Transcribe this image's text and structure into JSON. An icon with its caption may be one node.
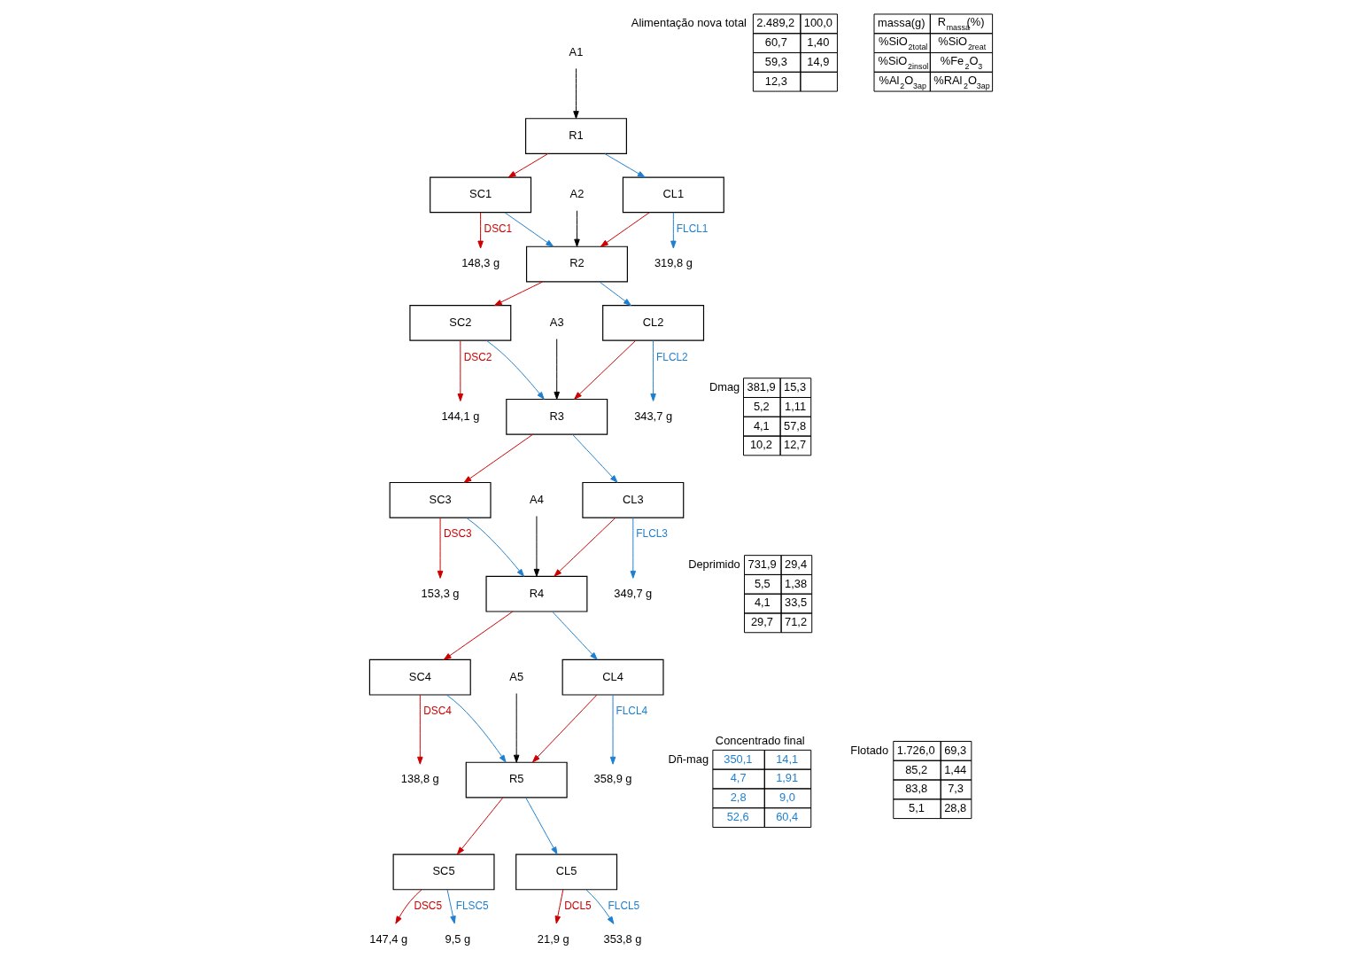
{
  "diagram": {
    "nodes": [
      {
        "text": [
          "A1"
        ]
      },
      {
        "text": [
          "R1"
        ]
      },
      {
        "text": [
          "SC1"
        ]
      },
      {
        "text": [
          "148,3 g"
        ]
      },
      {
        "text": [
          "CL1"
        ]
      },
      {
        "text": [
          "A2"
        ]
      },
      {
        "text": [
          "319,8 g"
        ]
      },
      {
        "text": [
          "R2"
        ]
      },
      {
        "text": [
          "SC2"
        ]
      },
      {
        "text": [
          "144,1 g"
        ]
      },
      {
        "text": [
          "CL2"
        ]
      },
      {
        "text": [
          "A3"
        ]
      },
      {
        "text": [
          "343,7 g"
        ]
      },
      {
        "text": [
          "R3"
        ]
      },
      {
        "text": [
          "SC3"
        ]
      },
      {
        "text": [
          "153,3 g"
        ]
      },
      {
        "text": [
          "CL3"
        ]
      },
      {
        "text": [
          "A4"
        ]
      },
      {
        "text": [
          "349,7 g"
        ]
      },
      {
        "text": [
          "R4"
        ]
      },
      {
        "text": [
          "SC4"
        ]
      },
      {
        "text": [
          "138,8 g"
        ]
      },
      {
        "text": [
          "CL4"
        ]
      },
      {
        "text": [
          "A5"
        ]
      },
      {
        "text": [
          "358,9 g"
        ]
      },
      {
        "text": [
          "R5"
        ]
      },
      {
        "text": [
          "SC5"
        ]
      },
      {
        "text": [
          "147,4 g"
        ]
      },
      {
        "text": [
          "CL5"
        ]
      },
      {
        "text": [
          "9,5 g"
        ]
      },
      {
        "text": [
          "21,9 g"
        ]
      },
      {
        "text": [
          "353,8 g"
        ]
      }
    ],
    "edges": [
      {
        "from": 0,
        "to": 1,
        "arrow": "to",
        "color": "#000000"
      },
      {
        "from": 1,
        "to": 2,
        "arrow": "to",
        "color": "#cc0000"
      },
      {
        "from": 1,
        "to": 4,
        "arrow": "to",
        "color": "#1f7fcf"
      },
      {
        "from": 2,
        "to": 3,
        "arrow": "to",
        "label": "DSC1",
        "color": "#cc0000"
      },
      {
        "from": 2,
        "to": 7,
        "arrow": "to",
        "color": "#1f7fcf"
      },
      {
        "from": 4,
        "to": 7,
        "arrow": "to",
        "color": "#cc0000"
      },
      {
        "from": 5,
        "to": 7,
        "arrow": "to",
        "color": "#000000"
      },
      {
        "from": 4,
        "to": 6,
        "arrow": "to",
        "label": "FLCL1",
        "color": "#1f7fcf"
      },
      {
        "from": 7,
        "to": 8,
        "arrow": "to",
        "color": "#cc0000"
      },
      {
        "from": 7,
        "to": 10,
        "arrow": "to",
        "color": "#1f7fcf"
      },
      {
        "from": 8,
        "to": 9,
        "arrow": "to",
        "label": "DSC2",
        "color": "#cc0000"
      },
      {
        "from": 8,
        "to": 13,
        "arrow": "to",
        "color": "#1f7fcf"
      },
      {
        "from": 10,
        "to": 13,
        "arrow": "to",
        "color": "#cc0000"
      },
      {
        "from": 11,
        "to": 13,
        "arrow": "to",
        "color": "#000000"
      },
      {
        "from": 10,
        "to": 12,
        "arrow": "to",
        "label": "FLCL2",
        "color": "#1f7fcf"
      },
      {
        "from": 13,
        "to": 14,
        "arrow": "to",
        "color": "#cc0000"
      },
      {
        "from": 13,
        "to": 16,
        "arrow": "to",
        "color": "#1f7fcf"
      },
      {
        "from": 14,
        "to": 15,
        "arrow": "to",
        "label": "DSC3",
        "color": "#cc0000"
      },
      {
        "from": 14,
        "to": 19,
        "arrow": "to",
        "color": "#1f7fcf"
      },
      {
        "from": 16,
        "to": 19,
        "arrow": "to",
        "color": "#cc0000"
      },
      {
        "from": 17,
        "to": 19,
        "arrow": "to",
        "color": "#000000"
      },
      {
        "from": 16,
        "to": 18,
        "arrow": "to",
        "label": "FLCL3",
        "color": "#1f7fcf"
      },
      {
        "from": 19,
        "to": 20,
        "arrow": "to",
        "color": "#cc0000"
      },
      {
        "from": 19,
        "to": 22,
        "arrow": "to",
        "color": "#1f7fcf"
      },
      {
        "from": 20,
        "to": 21,
        "arrow": "to",
        "label": "DSC4",
        "color": "#cc0000"
      },
      {
        "from": 20,
        "to": 25,
        "arrow": "to",
        "color": "#1f7fcf"
      },
      {
        "from": 22,
        "to": 25,
        "arrow": "to",
        "color": "#cc0000"
      },
      {
        "from": 23,
        "to": 25,
        "arrow": "to",
        "color": "#000000"
      },
      {
        "from": 22,
        "to": 24,
        "arrow": "to",
        "label": "FLCL4",
        "color": "#1f7fcf"
      },
      {
        "from": 25,
        "to": 26,
        "arrow": "to",
        "color": "#cc0000"
      },
      {
        "from": 25,
        "to": 28,
        "arrow": "to",
        "color": "#1f7fcf"
      },
      {
        "from": 26,
        "to": 27,
        "arrow": "to",
        "label": "DSC5",
        "color": "#cc0000"
      },
      {
        "from": 26,
        "to": 29,
        "arrow": "to",
        "label": "FLSC5",
        "color": "#1f7fcf"
      },
      {
        "from": 28,
        "to": 30,
        "arrow": "to",
        "label": "DCL5",
        "color": "#cc0000"
      },
      {
        "from": 28,
        "to": 31,
        "arrow": "to",
        "label": "FLCL5",
        "color": "#1f7fcf"
      }
    ],
    "labels": [
      "Alimentação nova total",
      "2.489,2",
      "100,0",
      "60,7",
      "1,40",
      "59,3",
      "14,9",
      "12,3",
      "massa(g)",
      "R$_{massa}$(%)",
      "%SiO$_{2total}$",
      "%SiO$_{2reat}$",
      "%SiO$_{2insol}$",
      "%Fe$_{2}$O$_{3}$",
      "%Al$_{2}$O$_{3ap}$",
      "%RAl$_{2}$O$_{3ap}$",
      "Dmag",
      "381,9",
      "15,3",
      "5,2",
      "1,11",
      "4,1",
      "57,8",
      "10,2",
      "12,7",
      "Deprimido",
      "731,9",
      "29,4",
      "5,5",
      "1,38",
      "4,1",
      "33,5",
      "29,7",
      "71,2",
      "Concentrado final",
      "Dñ-mag",
      "350,1",
      "14,1",
      "4,7",
      "1,91",
      "2,8",
      "9,0",
      "52,6",
      "60,4",
      "Flotado",
      "1.726,0",
      "69,3",
      "85,2",
      "1,44",
      "83,8",
      "7,3",
      "5,1",
      "28,8"
    ]
  }
}
